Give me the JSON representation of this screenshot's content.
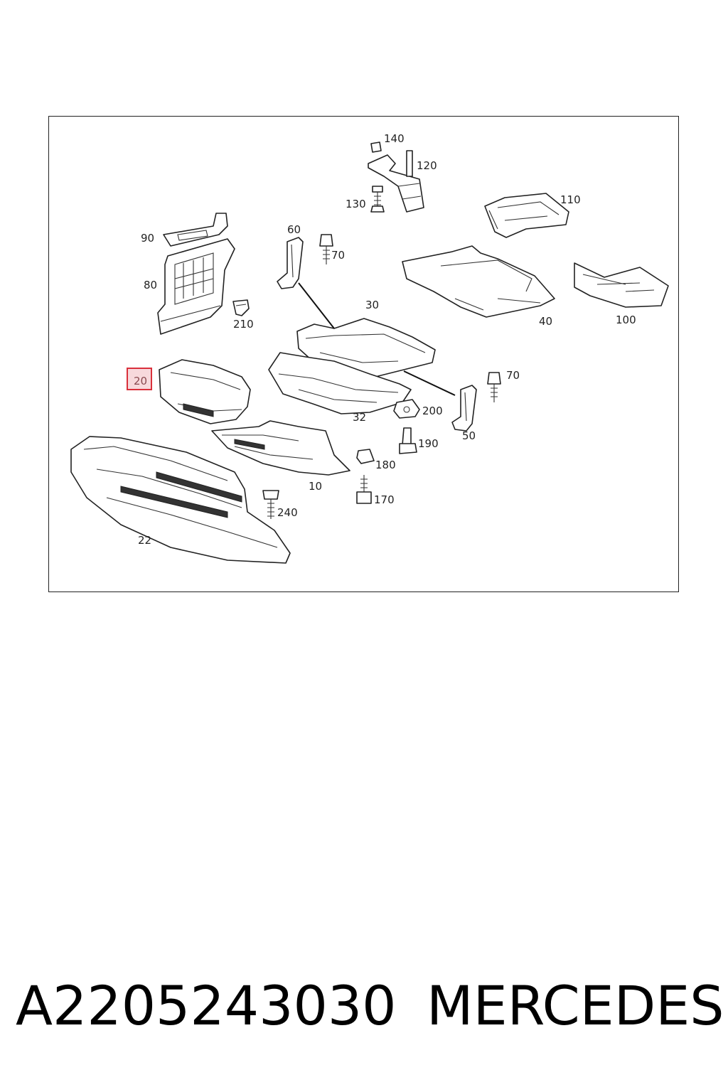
{
  "diagram": {
    "highlighted_callout": "20",
    "callouts": [
      "140",
      "120",
      "130",
      "110",
      "90",
      "60",
      "70",
      "80",
      "210",
      "30",
      "40",
      "100",
      "20",
      "70",
      "200",
      "32",
      "50",
      "190",
      "180",
      "10",
      "170",
      "240",
      "22"
    ],
    "colors": {
      "highlight_fill": "#f7d9dc",
      "highlight_stroke": "#d9303b",
      "line": "#222222"
    }
  },
  "footer": {
    "part_number": "A2205243030",
    "brand": "MERCEDES"
  }
}
